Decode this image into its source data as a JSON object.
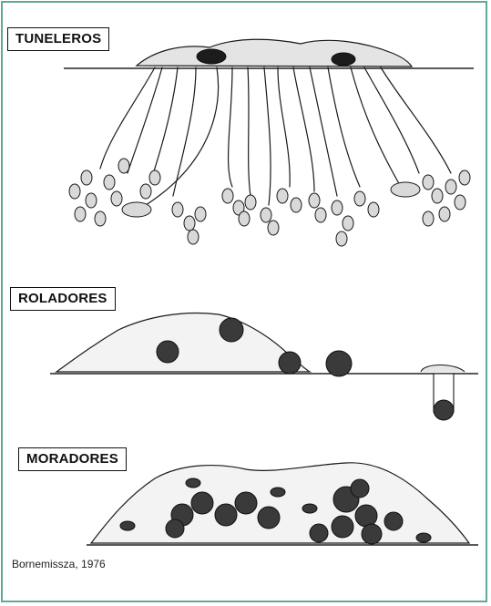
{
  "sections": [
    {
      "label": "TUNELEROS"
    },
    {
      "label": "ROLADORES"
    },
    {
      "label": "MORADORES"
    }
  ],
  "source": "Bornemissza, 1976",
  "colors": {
    "frame": "#5fa89a",
    "ink": "#1a1a1a"
  }
}
